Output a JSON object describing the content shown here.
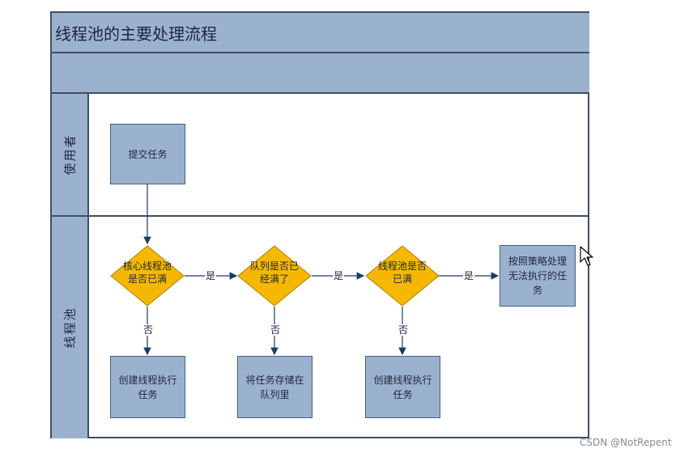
{
  "diagram": {
    "title": "线程池的主要处理流程",
    "lanes": {
      "user": "使用者",
      "pool": "线程池"
    },
    "nodes": {
      "submit": "提交任务",
      "d1": "核心线程池是否已满",
      "d2": "队列是否已经满了",
      "d3": "线程池是否已满",
      "reject": "按照策略处理无法执行的任务",
      "create1": "创建线程执行任务",
      "store": "将任务存储在队列里",
      "create2": "创建线程执行任务"
    },
    "edge_labels": {
      "yes": "是",
      "no": "否"
    },
    "colors": {
      "header": "#9bb2cf",
      "decision": "#f5b800",
      "border": "#3e4f66"
    }
  },
  "watermark": "CSDN @NotRepent"
}
